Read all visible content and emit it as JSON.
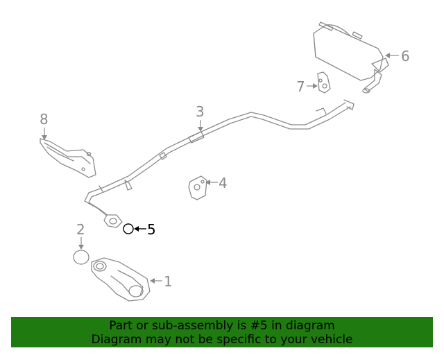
{
  "callouts": {
    "c1": "1",
    "c2": "2",
    "c3": "3",
    "c4": "4",
    "c5": "5",
    "c6": "6",
    "c7": "7",
    "c8": "8"
  },
  "highlight_part": "5",
  "banner": {
    "line1": "Part or sub-assembly is #5 in diagram",
    "line2": "Diagram may not be specific to your vehicle",
    "background_color": "#1f7a0f"
  },
  "colors": {
    "line_art": "#8a8a8a",
    "highlight": "#000000"
  }
}
